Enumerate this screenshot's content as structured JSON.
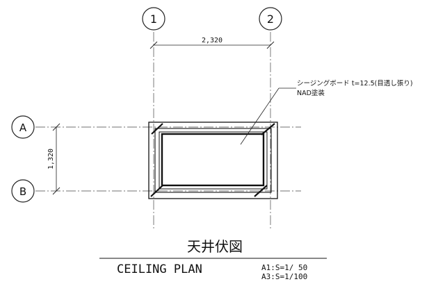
{
  "grid": {
    "columns": [
      {
        "label": "1"
      },
      {
        "label": "2"
      }
    ],
    "rows": [
      {
        "label": "A"
      },
      {
        "label": "B"
      }
    ]
  },
  "dimensions": {
    "horizontal": "2,320",
    "vertical": "1,320"
  },
  "annotation": {
    "line1": "シージングボード t=12.5(目透し張り)",
    "line2": "NAD塗装"
  },
  "title": {
    "japanese": "天井伏図",
    "english": "CEILING PLAN",
    "scale_a1": "A1:S=1/ 50",
    "scale_a3": "A3:S=1/100"
  }
}
